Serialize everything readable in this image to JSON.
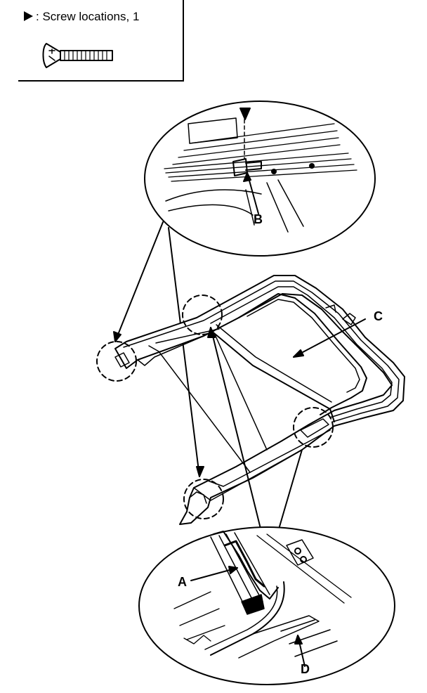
{
  "legend": {
    "symbol": "screw-location-triangle-icon",
    "text": ": Screw locations, 1"
  },
  "callouts": {
    "a": "A",
    "b": "B",
    "c": "C",
    "d": "D"
  },
  "colors": {
    "ink": "#000000",
    "paper": "#ffffff"
  }
}
